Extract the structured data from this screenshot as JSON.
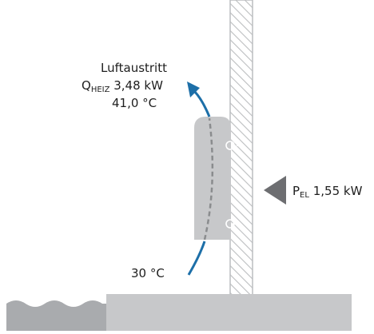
{
  "labels": {
    "outlet_title": "Luftaustritt",
    "heat_output_symbol": "Q",
    "heat_output_subscript": "HEIZ",
    "heat_output_value": "3,48 kW",
    "outlet_temperature": "41,0 °C",
    "inlet_temperature": "30 °C",
    "power_symbol": "P",
    "power_subscript": "EL",
    "power_value": "1,55 kW"
  },
  "colors": {
    "airflow_arrow": "#1d6fa8",
    "unit_body": "#c7c8ca",
    "floor": "#c7c8ca",
    "water": "#a9abae",
    "power_marker": "#6d6e71",
    "wall_hatch": "#bcbec0",
    "dashed_path": "#8a8c8e"
  }
}
